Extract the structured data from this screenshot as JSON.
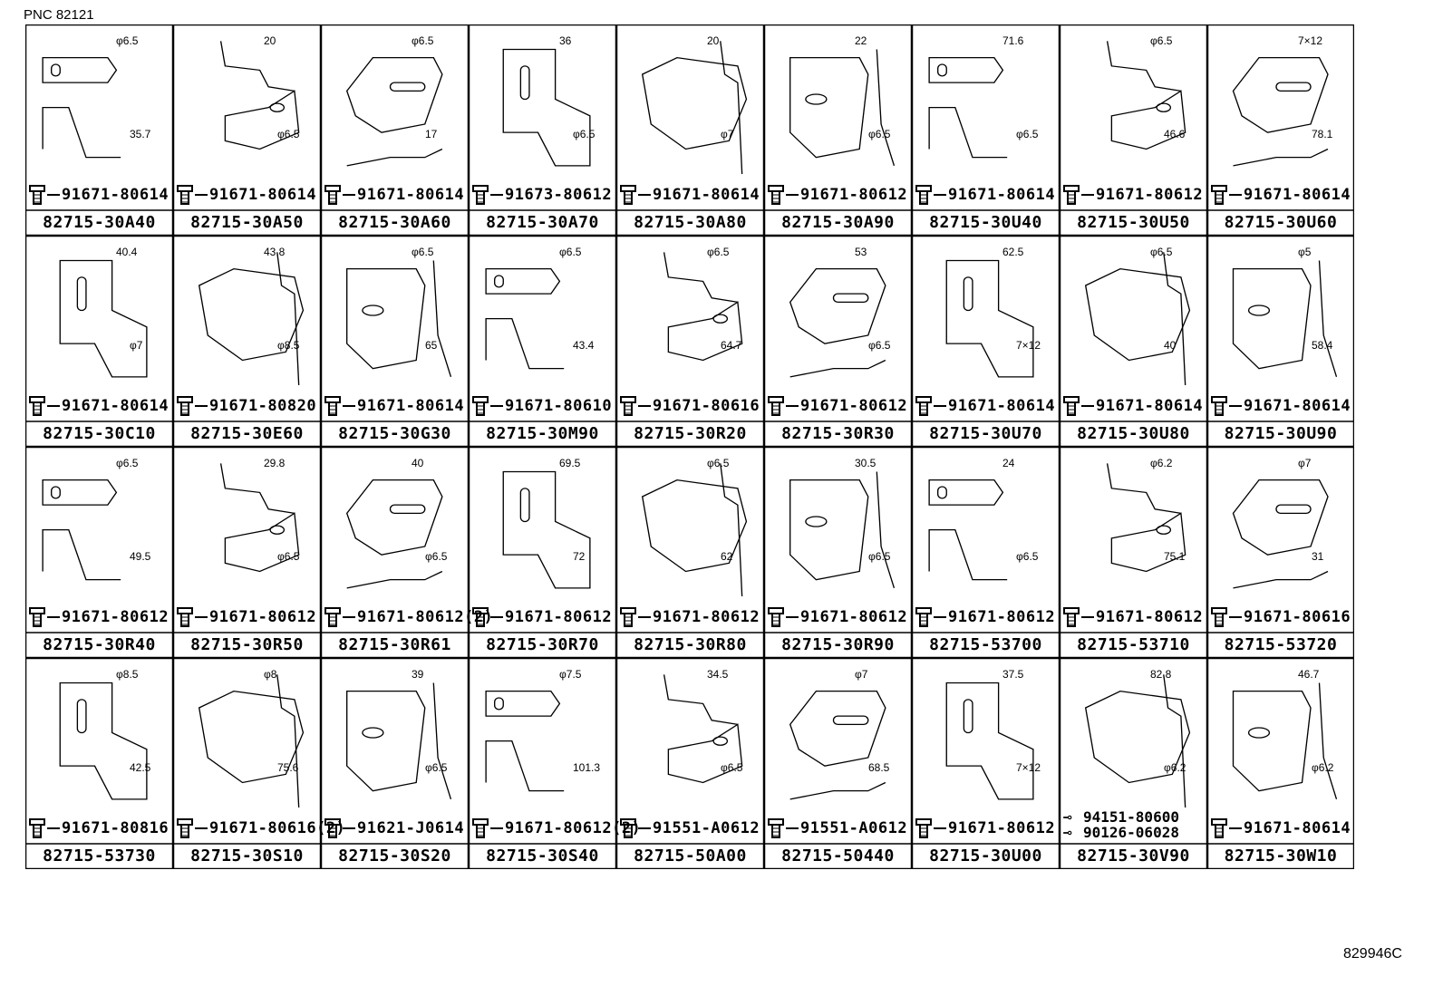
{
  "header": {
    "pnc": "PNC 82121"
  },
  "footer": {
    "figure_id": "829946C"
  },
  "rows": [
    [
      {
        "part_no": "82715-30A40",
        "bolts": [
          "91671-80614"
        ],
        "dims": [
          "φ6.5",
          "35.7"
        ]
      },
      {
        "part_no": "82715-30A50",
        "bolts": [
          "91671-80614"
        ],
        "dims": [
          "20",
          "φ6.5"
        ]
      },
      {
        "part_no": "82715-30A60",
        "bolts": [
          "91671-80614"
        ],
        "dims": [
          "φ6.5",
          "17"
        ]
      },
      {
        "part_no": "82715-30A70",
        "bolts": [
          "91673-80612"
        ],
        "dims": [
          "36",
          "φ6.5"
        ]
      },
      {
        "part_no": "82715-30A80",
        "bolts": [
          "91671-80614"
        ],
        "dims": [
          "20",
          "φ7"
        ]
      },
      {
        "part_no": "82715-30A90",
        "bolts": [
          "91671-80612"
        ],
        "dims": [
          "22",
          "φ6.5"
        ]
      },
      {
        "part_no": "82715-30U40",
        "bolts": [
          "91671-80614"
        ],
        "dims": [
          "71.6",
          "φ6.5"
        ]
      },
      {
        "part_no": "82715-30U50",
        "bolts": [
          "91671-80612"
        ],
        "dims": [
          "φ6.5",
          "46.6"
        ]
      },
      {
        "part_no": "82715-30U60",
        "bolts": [
          "91671-80614"
        ],
        "dims": [
          "7×12",
          "78.1"
        ]
      }
    ],
    [
      {
        "part_no": "82715-30C10",
        "bolts": [
          "91671-80614"
        ],
        "dims": [
          "40.4",
          "φ7"
        ]
      },
      {
        "part_no": "82715-30E60",
        "bolts": [
          "91671-80820"
        ],
        "dims": [
          "43.8",
          "φ8.5"
        ]
      },
      {
        "part_no": "82715-30G30",
        "bolts": [
          "91671-80614"
        ],
        "dims": [
          "φ6.5",
          "65"
        ]
      },
      {
        "part_no": "82715-30M90",
        "bolts": [
          "91671-80610"
        ],
        "dims": [
          "φ6.5",
          "43.4"
        ]
      },
      {
        "part_no": "82715-30R20",
        "bolts": [
          "91671-80616"
        ],
        "dims": [
          "φ6.5",
          "64.7"
        ]
      },
      {
        "part_no": "82715-30R30",
        "bolts": [
          "91671-80612"
        ],
        "dims": [
          "53",
          "φ6.5"
        ]
      },
      {
        "part_no": "82715-30U70",
        "bolts": [
          "91671-80614"
        ],
        "dims": [
          "62.5",
          "7×12"
        ]
      },
      {
        "part_no": "82715-30U80",
        "bolts": [
          "91671-80614"
        ],
        "dims": [
          "φ6.5",
          "40"
        ]
      },
      {
        "part_no": "82715-30U90",
        "bolts": [
          "91671-80614"
        ],
        "dims": [
          "φ5",
          "58.4"
        ]
      }
    ],
    [
      {
        "part_no": "82715-30R40",
        "bolts": [
          "91671-80612"
        ],
        "dims": [
          "φ6.5",
          "49.5"
        ]
      },
      {
        "part_no": "82715-30R50",
        "bolts": [
          "91671-80612"
        ],
        "dims": [
          "29.8",
          "φ6.5"
        ]
      },
      {
        "part_no": "82715-30R61",
        "bolts": [
          "91671-80612(2)"
        ],
        "dims": [
          "40",
          "φ6.5"
        ]
      },
      {
        "part_no": "82715-30R70",
        "bolts": [
          "91671-80612"
        ],
        "dims": [
          "69.5",
          "72"
        ]
      },
      {
        "part_no": "82715-30R80",
        "bolts": [
          "91671-80612"
        ],
        "dims": [
          "φ6.5",
          "62"
        ]
      },
      {
        "part_no": "82715-30R90",
        "bolts": [
          "91671-80612"
        ],
        "dims": [
          "30.5",
          "φ6.5"
        ]
      },
      {
        "part_no": "82715-53700",
        "bolts": [
          "91671-80612"
        ],
        "dims": [
          "24",
          "φ6.5"
        ]
      },
      {
        "part_no": "82715-53710",
        "bolts": [
          "91671-80612"
        ],
        "dims": [
          "φ6.2",
          "75.1"
        ]
      },
      {
        "part_no": "82715-53720",
        "bolts": [
          "91671-80616"
        ],
        "dims": [
          "φ7",
          "31"
        ]
      }
    ],
    [
      {
        "part_no": "82715-53730",
        "bolts": [
          "91671-80816"
        ],
        "dims": [
          "φ8.5",
          "42.5"
        ]
      },
      {
        "part_no": "82715-30S10",
        "bolts": [
          "91671-80616(2)"
        ],
        "dims": [
          "φ8",
          "75.6"
        ]
      },
      {
        "part_no": "82715-30S20",
        "bolts": [
          "91621-J0614"
        ],
        "dims": [
          "39",
          "φ6.5"
        ]
      },
      {
        "part_no": "82715-30S40",
        "bolts": [
          "91671-80612(2)"
        ],
        "dims": [
          "φ7.5",
          "101.3"
        ]
      },
      {
        "part_no": "82715-50A00",
        "bolts": [
          "91551-A0612"
        ],
        "dims": [
          "34.5",
          "φ6.5"
        ]
      },
      {
        "part_no": "82715-50440",
        "bolts": [
          "91551-A0612"
        ],
        "dims": [
          "φ7",
          "68.5"
        ]
      },
      {
        "part_no": "82715-30U00",
        "bolts": [
          "91671-80612"
        ],
        "dims": [
          "37.5",
          "7×12"
        ]
      },
      {
        "part_no": "82715-30V90",
        "bolts": [
          "94151-80600",
          "90126-06028"
        ],
        "dims": [
          "82.8",
          "φ6.2"
        ]
      },
      {
        "part_no": "82715-30W10",
        "bolts": [
          "91671-80614"
        ],
        "dims": [
          "46.7",
          "φ6.2"
        ]
      }
    ]
  ]
}
